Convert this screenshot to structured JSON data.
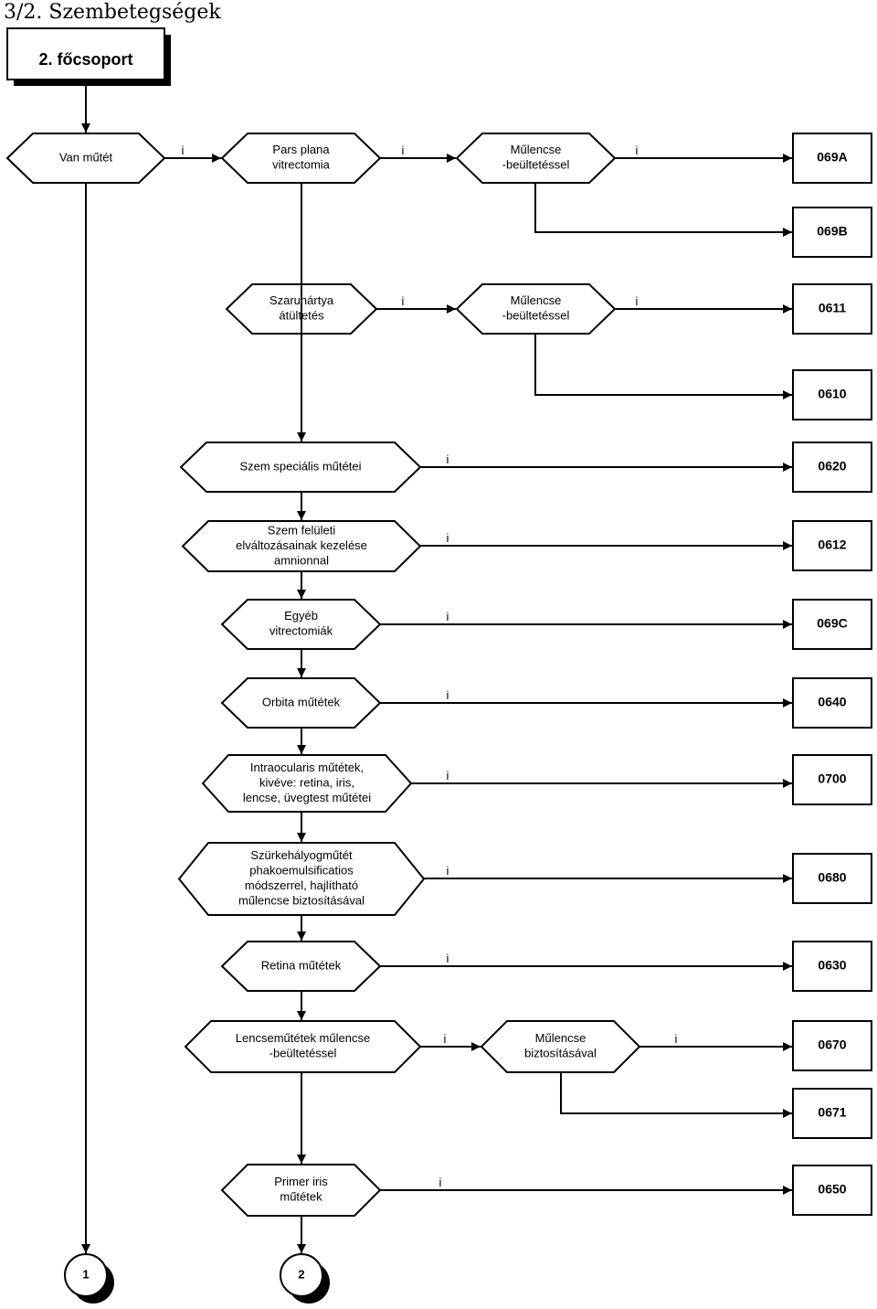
{
  "page": {
    "title": "3/2. Szembetegségek"
  },
  "start": {
    "label": "2. főcsoport"
  },
  "edge_label": "i",
  "nodes": {
    "van_mutet": [
      "Van műtét"
    ],
    "pars_plana": [
      "Pars plana",
      "vitrectomia"
    ],
    "mulencse1": [
      "Műlencse",
      "-beültetéssel"
    ],
    "szaruhartya": [
      "Szaruhártya",
      "átültetés"
    ],
    "mulencse2": [
      "Műlencse",
      "-beültetéssel"
    ],
    "szem_specialis": [
      "Szem speciális műtétei"
    ],
    "szem_feluleti": [
      "Szem felületi",
      "elváltozásainak kezelése",
      "amnionnal"
    ],
    "egyeb_vitrectomiak": [
      "Egyéb",
      "vitrectomiák"
    ],
    "orbita": [
      "Orbita műtétek"
    ],
    "intraocularis": [
      "Intraocularis műtétek,",
      "kivéve: retina, iris,",
      "lencse, üvegtest műtétei"
    ],
    "szurkehalyog": [
      "Szürkehályogműtét",
      "phakoemulsificatios",
      "módszerrel, hajlítható",
      "műlencse biztosításával"
    ],
    "retina": [
      "Retina műtétek"
    ],
    "lencsemutetek": [
      "Lencseműtétek műlencse",
      "-beültetéssel"
    ],
    "mulencse_biztositas": [
      "Műlencse",
      "biztosításával"
    ],
    "primer_iris": [
      "Primer iris",
      "műtétek"
    ]
  },
  "codes": [
    "069A",
    "069B",
    "0611",
    "0610",
    "0620",
    "0612",
    "069C",
    "0640",
    "0700",
    "0680",
    "0630",
    "0670",
    "0671",
    "0650"
  ],
  "connectors": [
    "1",
    "2"
  ]
}
